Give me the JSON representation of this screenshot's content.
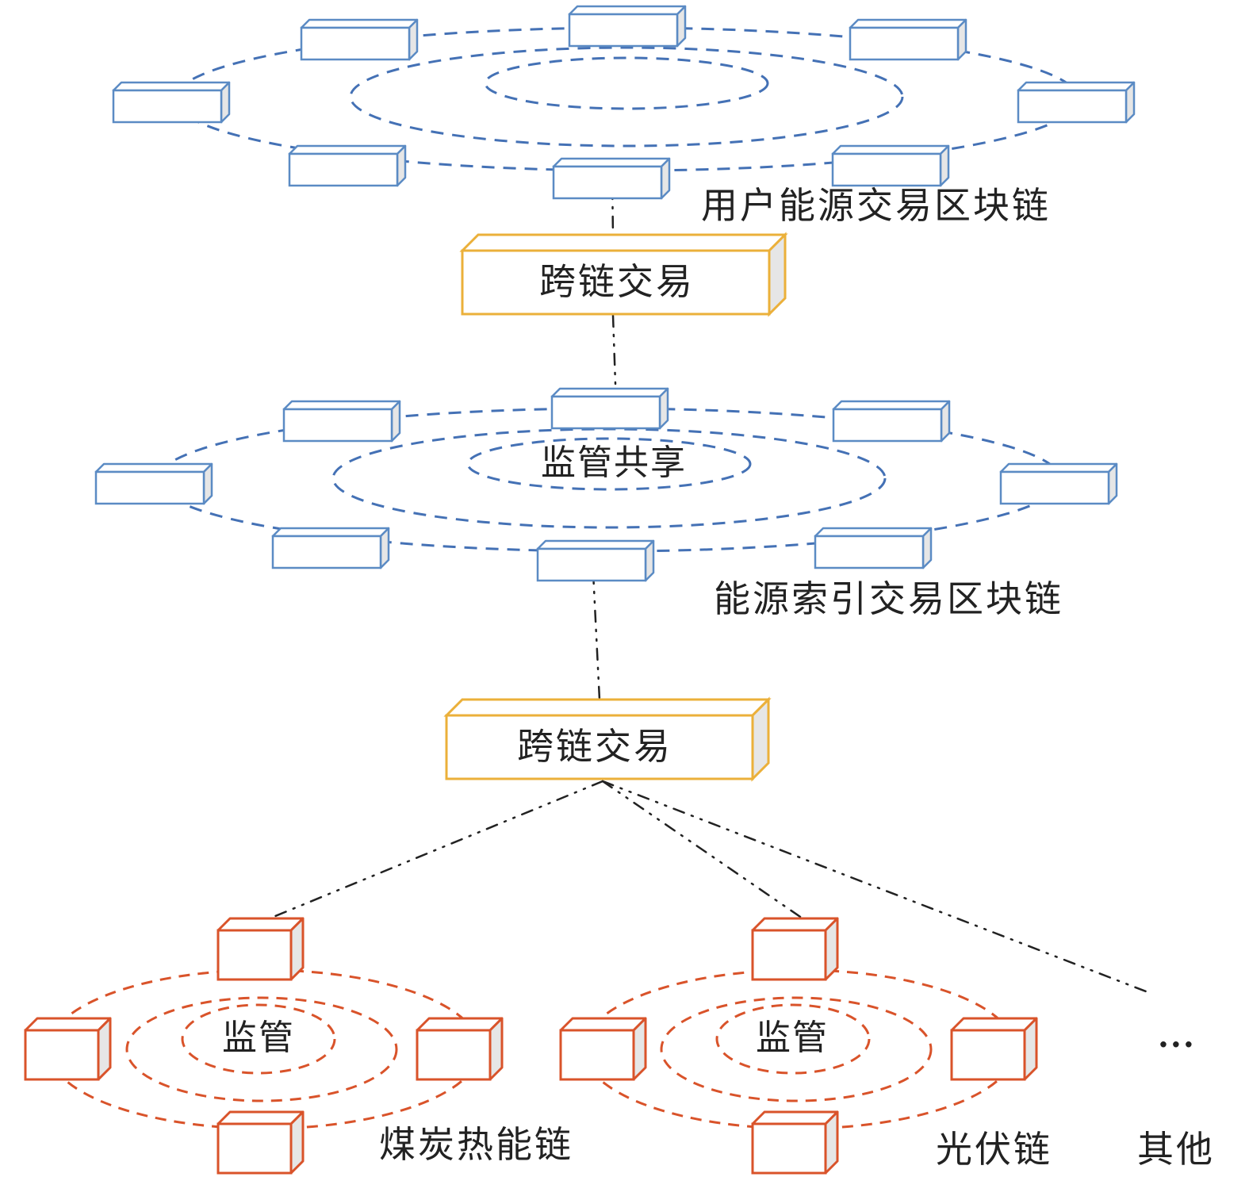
{
  "colors": {
    "blue": "#5b8bc4",
    "blue_dash": "#4471b5",
    "orange": "#d9532a",
    "gold": "#ebb03a",
    "side_fill": "#e6e6e6",
    "connector": "#222222"
  },
  "chains": {
    "user": {
      "label": "用户能源交易区块链",
      "center": ""
    },
    "index": {
      "label": "能源索引交易区块链",
      "center": "监管共享"
    },
    "coal": {
      "label": "煤炭热能链",
      "center": "监管"
    },
    "pv": {
      "label": "光伏链",
      "center": "监管"
    },
    "other": {
      "label": "其他",
      "ellipsis": "···"
    }
  },
  "cross_chain": {
    "top": {
      "label": "跨链交易"
    },
    "bottom": {
      "label": "跨链交易"
    }
  }
}
